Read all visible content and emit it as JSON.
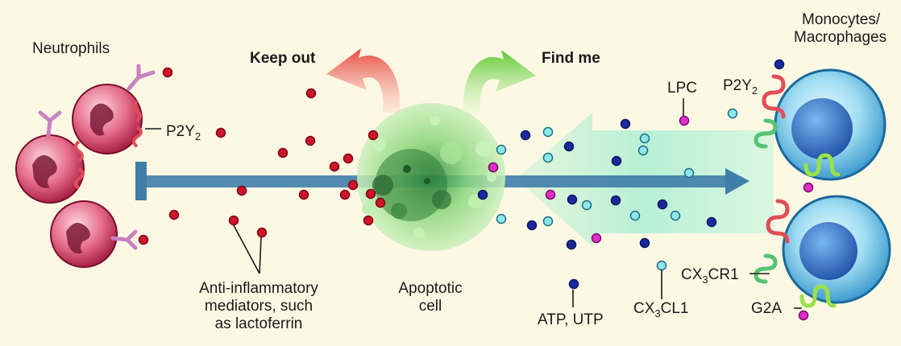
{
  "labels": {
    "neutrophils": "Neutrophils",
    "keep_out": "Keep out",
    "find_me": "Find me",
    "monocytes_line1": "Monocytes/",
    "monocytes_line2": "Macrophages",
    "lpc": "LPC",
    "p2y2_left": "P2Y",
    "p2y2_right": "P2Y",
    "subscript_2": "2",
    "cx3cr1_a": "CX",
    "cx3cr1_b": "CR1",
    "subscript_3": "3",
    "g2a": "G2A",
    "cx3cl1_a": "CX",
    "cx3cl1_b": "CL1",
    "atp_utp": "ATP, UTP",
    "apoptotic_line1": "Apoptotic",
    "apoptotic_line2": "cell",
    "anti_line1": "Anti-inflammatory",
    "anti_line2": "mediators, such",
    "anti_line3": "as lactoferrin"
  },
  "colors": {
    "background": "#fdf8e4",
    "keep_out_arrow": "#e8473f",
    "find_me_arrow": "#5cc92e",
    "neutrophil": "#d12c52",
    "macrophage": "#3aa7d8",
    "inhibit_bar": "#3f7ea9",
    "lactoferrin_dot": "#d0142a",
    "atp_dot": "#1a2a9e",
    "cx3cl1_dot": "#8ee8ea",
    "lpc_dot": "#e030c8",
    "p2y2_receptor": "#e24d55",
    "cx3cr1_receptor": "#55c472",
    "g2a_receptor": "#9be24a"
  }
}
